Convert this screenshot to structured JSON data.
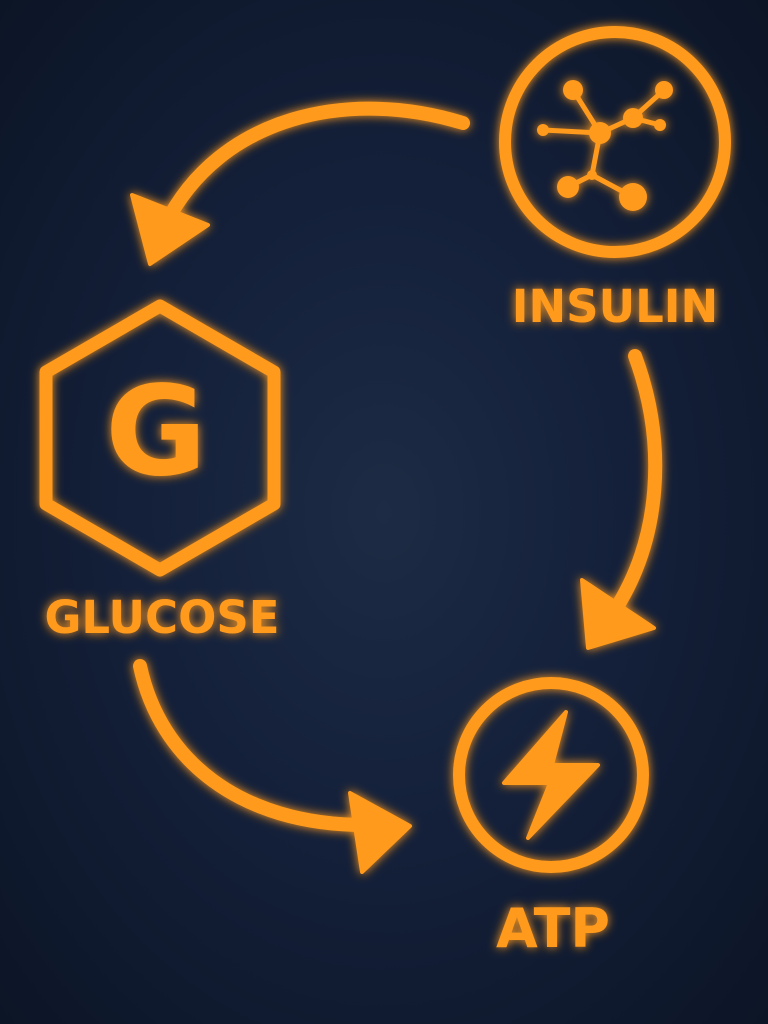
{
  "colors": {
    "accent": "#ff9a1f",
    "background": "#14203a"
  },
  "nodes": {
    "insulin": {
      "label": "INSULIN",
      "icon": "molecule-icon"
    },
    "glucose": {
      "label": "GLUCOSE",
      "icon": "hexagon-g-icon",
      "icon_letter": "G"
    },
    "atp": {
      "label": "ATP",
      "icon": "lightning-bolt-icon"
    }
  },
  "edges": [
    {
      "from": "insulin",
      "to": "glucose"
    },
    {
      "from": "insulin",
      "to": "atp"
    },
    {
      "from": "glucose",
      "to": "atp"
    }
  ]
}
